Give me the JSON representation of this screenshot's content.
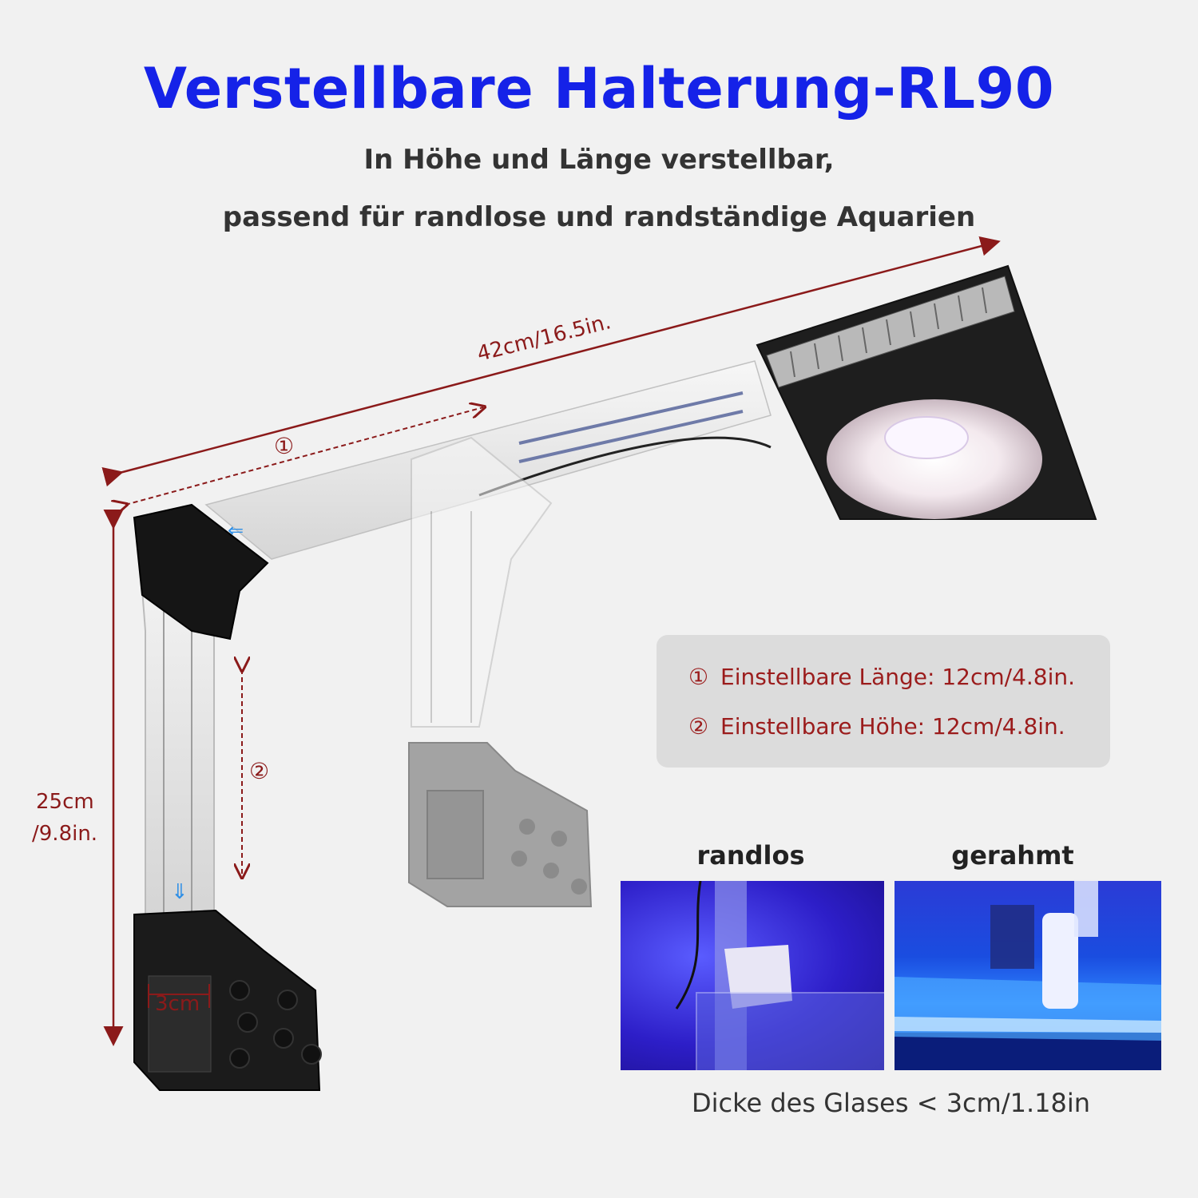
{
  "header": {
    "title": "Verstellbare Halterung-RL90",
    "subtitle_line1": "In Höhe und Länge verstellbar,",
    "subtitle_line2": "passend für randlose und randständige Aquarien"
  },
  "dimensions": {
    "total_length": "42cm/16.5in.",
    "adjust_length_marker": "①",
    "adjust_height_marker": "②",
    "height_line1": "25cm",
    "height_line2": "/9.8in.",
    "clamp_width": "3cm"
  },
  "info_box": {
    "items": [
      {
        "marker": "①",
        "text": "Einstellbare Länge: 12cm/4.8in."
      },
      {
        "marker": "②",
        "text": "Einstellbare Höhe: 12cm/4.8in."
      }
    ]
  },
  "photos": {
    "left_label": "randlos",
    "right_label": "gerahmt"
  },
  "footer": {
    "glass_note": "Dicke des Glases < 3cm/1.18in"
  },
  "colors": {
    "title": "#1522e8",
    "dimension": "#8b1a1a",
    "info_text": "#9b1c1c"
  }
}
